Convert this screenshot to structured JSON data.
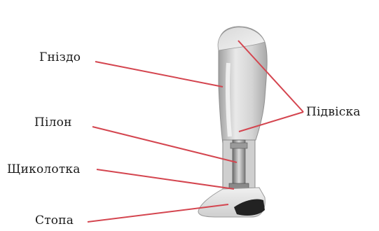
{
  "labels": {
    "socket": "Гніздо",
    "pylon": "Пілон",
    "ankle": "Щиколотка",
    "foot": "Стопа",
    "suspension": "Підвіска"
  },
  "colors": {
    "leader_line": "#d4454f",
    "prosthesis_light": "#e6e6e6",
    "prosthesis_mid": "#bdbdbd",
    "prosthesis_dark": "#7a7a7a",
    "sole": "#222222"
  }
}
